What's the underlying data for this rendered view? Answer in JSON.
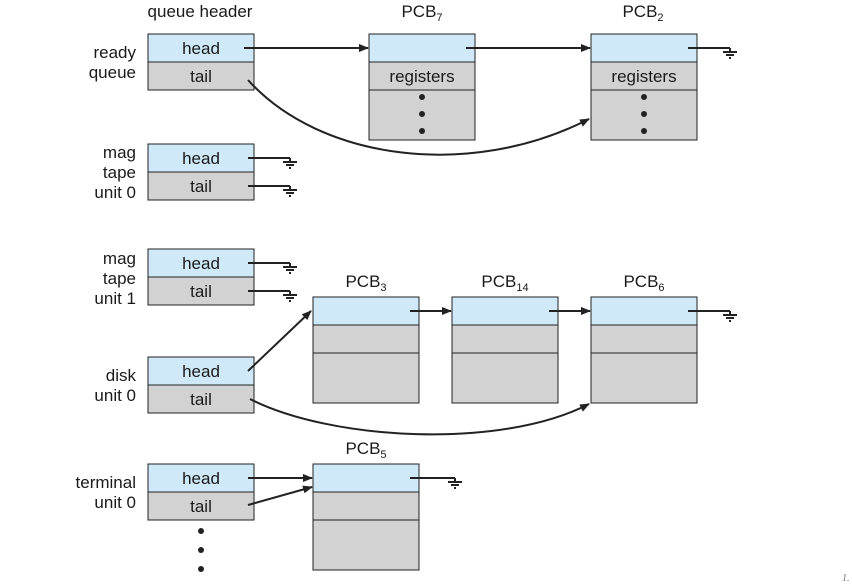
{
  "title": "queue header",
  "queues": [
    {
      "label_lines": [
        "ready",
        "queue"
      ],
      "head": "head",
      "tail": "tail"
    },
    {
      "label_lines": [
        "mag",
        "tape",
        "unit 0"
      ],
      "head": "head",
      "tail": "tail"
    },
    {
      "label_lines": [
        "mag",
        "tape",
        "unit 1"
      ],
      "head": "head",
      "tail": "tail"
    },
    {
      "label_lines": [
        "disk",
        "unit 0"
      ],
      "head": "head",
      "tail": "tail"
    },
    {
      "label_lines": [
        "terminal",
        "unit 0"
      ],
      "head": "head",
      "tail": "tail"
    }
  ],
  "pcbs": [
    {
      "base": "PCB",
      "sub": "7",
      "reg": "registers"
    },
    {
      "base": "PCB",
      "sub": "2",
      "reg": "registers"
    },
    {
      "base": "PCB",
      "sub": "3",
      "reg": ""
    },
    {
      "base": "PCB",
      "sub": "14",
      "reg": ""
    },
    {
      "base": "PCB",
      "sub": "6",
      "reg": ""
    },
    {
      "base": "PCB",
      "sub": "5",
      "reg": ""
    }
  ],
  "colors": {
    "head_fill": "#cfe9f8",
    "body_fill": "#d2d2d2",
    "stroke": "#222222"
  },
  "watermark": "1."
}
